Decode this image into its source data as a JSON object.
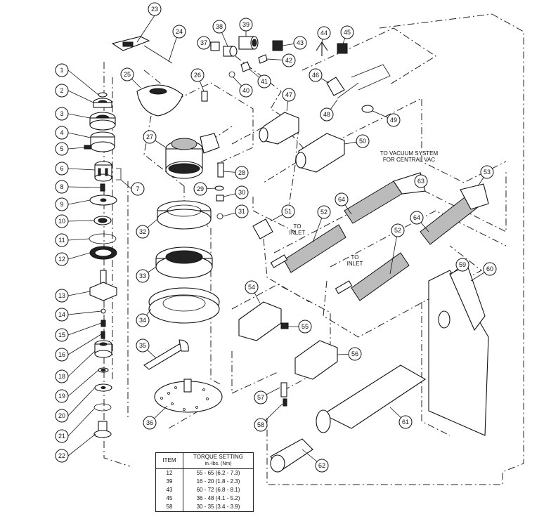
{
  "callouts": [
    "1",
    "2",
    "3",
    "4",
    "5",
    "6",
    "7",
    "8",
    "9",
    "10",
    "11",
    "12",
    "13",
    "14",
    "15",
    "16",
    "18",
    "19",
    "20",
    "21",
    "22",
    "23",
    "24",
    "25",
    "26",
    "27",
    "28",
    "29",
    "30",
    "31",
    "32",
    "33",
    "34",
    "35",
    "36",
    "37",
    "38",
    "39",
    "40",
    "41",
    "42",
    "43",
    "44",
    "45",
    "46",
    "47",
    "48",
    "49",
    "50",
    "51",
    "52",
    "52",
    "53",
    "54",
    "55",
    "56",
    "57",
    "58",
    "59",
    "60",
    "61",
    "62",
    "63",
    "64",
    "64"
  ],
  "notes": {
    "vacuum_line1": "TO VACUUM SYSTEM",
    "vacuum_line2": "FOR CENTRAL VAC",
    "inlet1_line1": "TO",
    "inlet1_line2": "INLET",
    "inlet2_line1": "TO",
    "inlet2_line2": "INLET"
  },
  "torque_table": {
    "header_item": "ITEM",
    "header_setting": "TORQUE SETTING",
    "header_units": "in.-lbs. (Nm)",
    "rows": [
      {
        "item": "12",
        "setting": "55 - 65 (6.2 - 7.3)"
      },
      {
        "item": "39",
        "setting": "16 - 20 (1.8 - 2.3)"
      },
      {
        "item": "43",
        "setting": "60 - 72 (6.8 - 8.1)"
      },
      {
        "item": "45",
        "setting": "36 - 48 (4.1 - 5.2)"
      },
      {
        "item": "58",
        "setting": "30 - 35 (3.4 - 3.9)"
      }
    ]
  }
}
